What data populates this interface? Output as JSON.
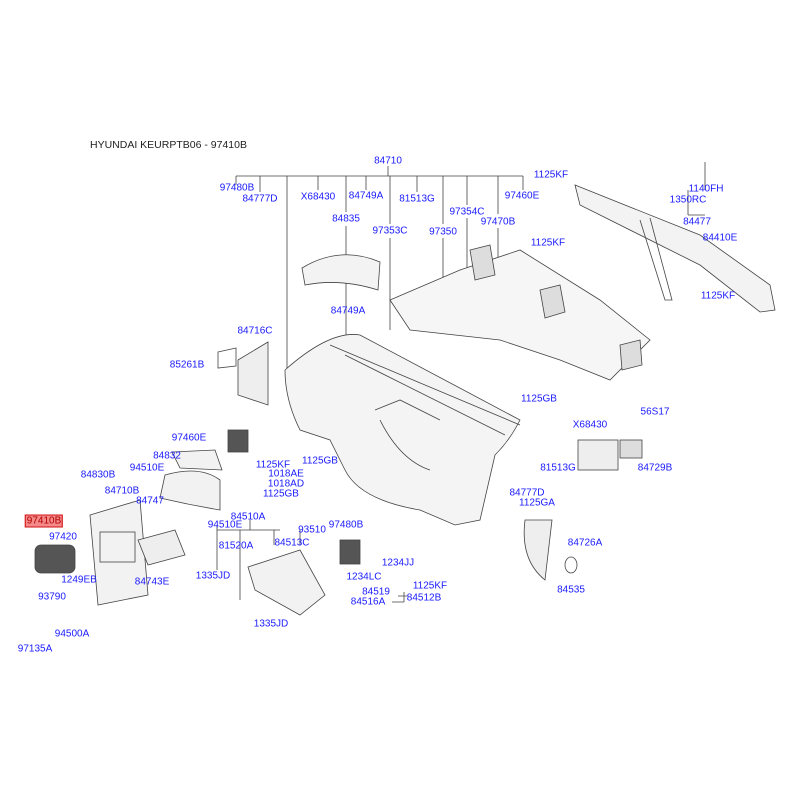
{
  "title": "HYUNDAI KEURPTB06 - 97410B",
  "highlight_color": "#f58a8a",
  "label_color": "#1a1aff",
  "labels": [
    "84710",
    "97480B",
    "84777D",
    "X68430",
    "84749A",
    "81513G",
    "97460E",
    "97354C",
    "84835",
    "97470B",
    "97353C",
    "97350",
    "1125KF",
    "1140FH",
    "1350RC",
    "84477",
    "1125KF",
    "84410E",
    "1125KF",
    "84749A",
    "84716C",
    "85261B",
    "1125GB",
    "56S17",
    "X68430",
    "97460E",
    "84832",
    "84830B",
    "94510E",
    "1125KF",
    "1125GB",
    "1018AE",
    "1018AD",
    "1125GB",
    "81513G",
    "84729B",
    "84777D",
    "1125GA",
    "84710B",
    "84747",
    "97410B",
    "97420",
    "84510A",
    "94510E",
    "93510",
    "97480B",
    "81520A",
    "84513C",
    "84726A",
    "1335JD",
    "84743E",
    "1249EB",
    "1234JJ",
    "1234LC",
    "1125KF",
    "84535",
    "93790",
    "84519",
    "84512B",
    "84516A",
    "94500A",
    "1335JD",
    "97135A"
  ]
}
